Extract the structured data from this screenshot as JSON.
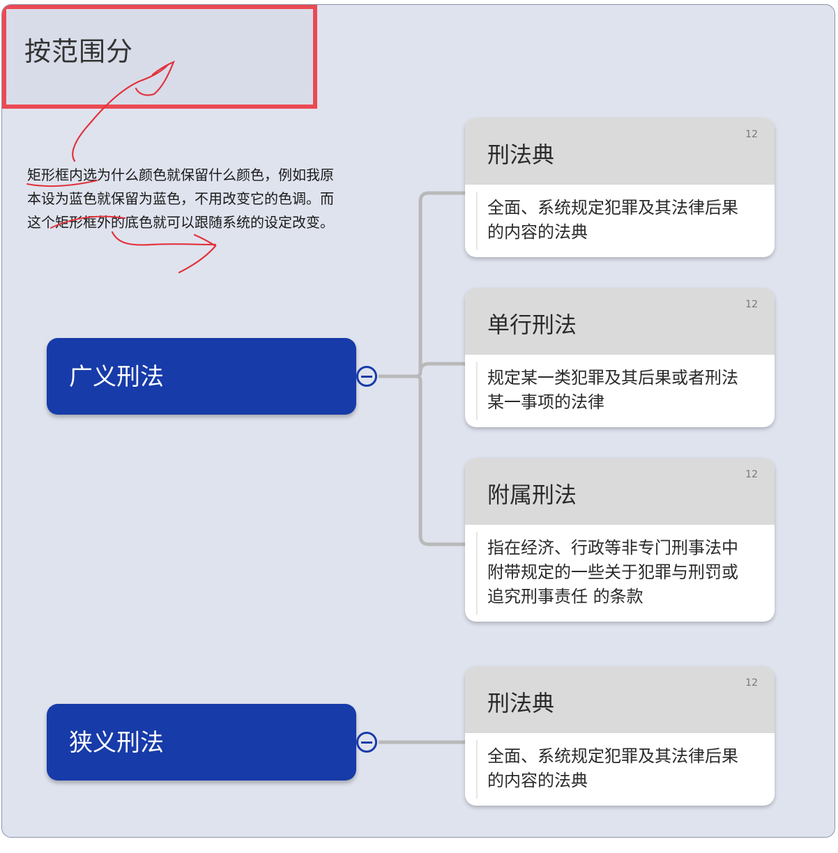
{
  "title": "按范围分",
  "note_lines": [
    "矩形框内选为什么颜色就保留什么颜色，例如我原",
    "本设为蓝色就保留为蓝色，不用改变它的色调。而",
    "这个矩形框外的底色就可以跟随系统的设定改变。"
  ],
  "colors": {
    "root_node": "#173ba9",
    "canvas_bg": "#dfe3ee",
    "highlight_frame": "#ea4a54",
    "card_header": "#dadada",
    "connector": "#b9b9b9"
  },
  "groups": [
    {
      "root": "广义刑法",
      "collapse_icon": "minus-circle-icon",
      "children": [
        {
          "title": "刑法典",
          "badge": "12",
          "lines": [
            "全面、系统规定犯罪及其法律后果",
            "的内容的法典"
          ]
        },
        {
          "title": "单行刑法",
          "badge": "12",
          "lines": [
            "规定某一类犯罪及其后果或者刑法",
            "某一事项的法律"
          ]
        },
        {
          "title": "附属刑法",
          "badge": "12",
          "lines": [
            "指在经济、行政等非专门刑事法中",
            "附带规定的一些关于犯罪与刑罚或",
            "追究刑事责任 的条款"
          ]
        }
      ]
    },
    {
      "root": "狭义刑法",
      "collapse_icon": "minus-circle-icon",
      "children": [
        {
          "title": "刑法典",
          "badge": "12",
          "lines": [
            "全面、系统规定犯罪及其法律后果",
            "的内容的法典"
          ]
        }
      ]
    }
  ]
}
